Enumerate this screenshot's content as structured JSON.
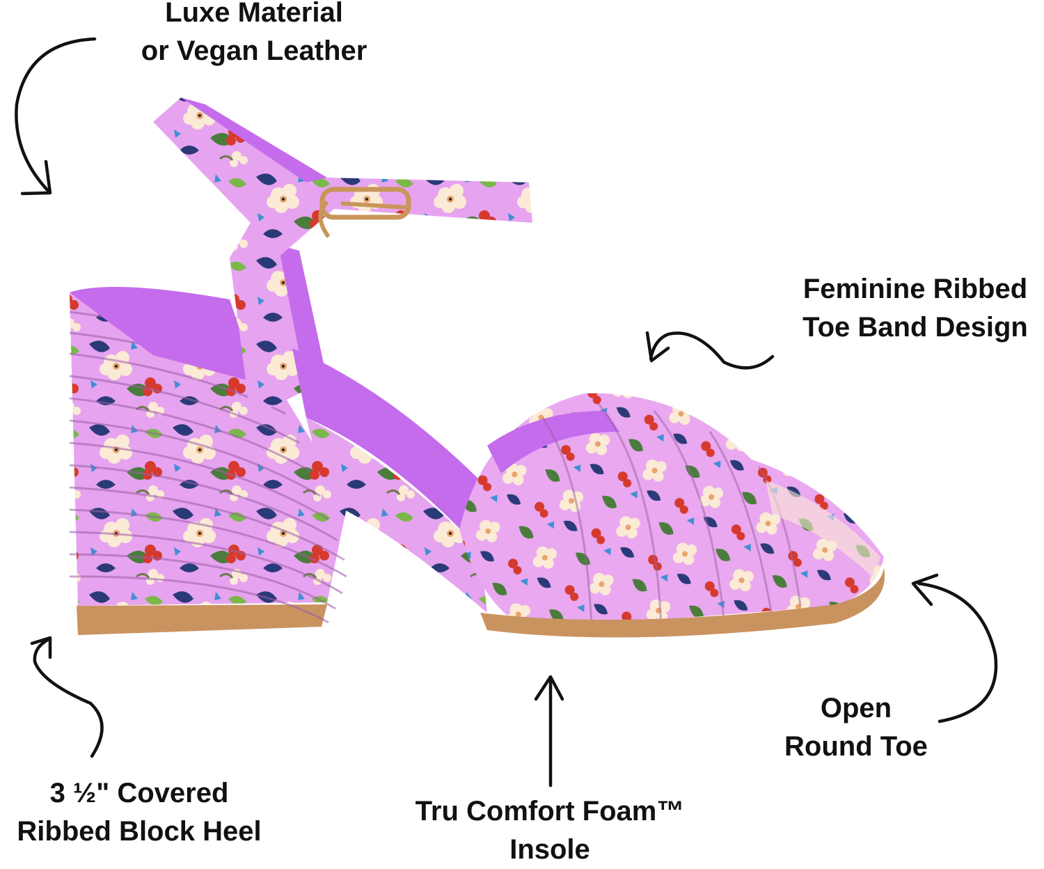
{
  "callouts": {
    "material": {
      "line1": "Luxe Material",
      "line2": "or Vegan Leather"
    },
    "toe_band": {
      "line1": "Feminine Ribbed",
      "line2": "Toe Band Design"
    },
    "open_toe": {
      "line1": "Open",
      "line2": "Round Toe"
    },
    "heel": {
      "line1": "3 ½\" Covered",
      "line2": "Ribbed Block Heel"
    },
    "insole": {
      "line1": "Tru Comfort Foam™",
      "line2": "Insole"
    }
  },
  "colors": {
    "text": "#111111",
    "fabric": "#e6a3ef",
    "lining": "#c46cec",
    "sole": "#c9935f",
    "buckle": "#c8965a",
    "flower_cream": "#fbead6",
    "flower_red": "#d63a2e",
    "leaf_green": "#4a7d3c",
    "leaf_navy": "#2a3a78",
    "accent_blue": "#3f8fd4"
  }
}
